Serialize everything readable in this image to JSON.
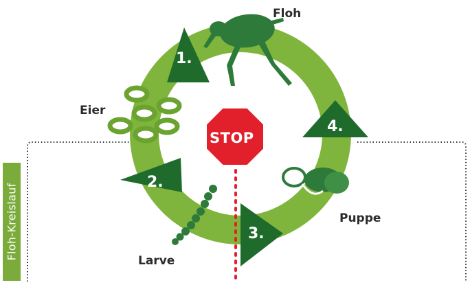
{
  "diagram": {
    "side_tab": "Floh-Kreislauf",
    "stop_sign": "STOP",
    "stages": [
      {
        "name": "Floh",
        "step": "1."
      },
      {
        "name": "Eier",
        "step": "2."
      },
      {
        "name": "Larve",
        "step": "3."
      },
      {
        "name": "Puppe",
        "step": "4."
      }
    ]
  },
  "colors": {
    "ring": "#7fb53c",
    "arrow": "#1e6b2c",
    "stop": "#e2202c",
    "tab": "#7bab3b",
    "egg": "#6aa32f",
    "insect": "#2e7a3a"
  }
}
